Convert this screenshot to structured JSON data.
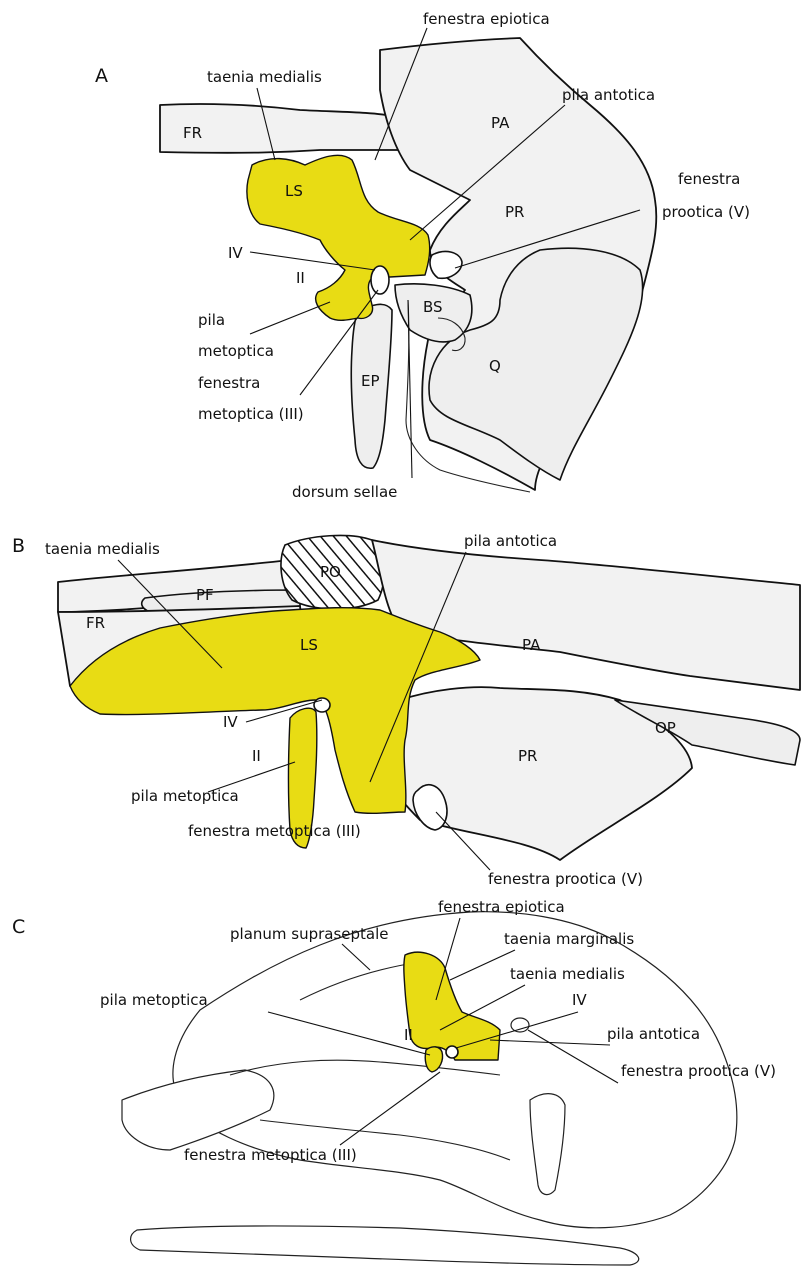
{
  "panels": {
    "A": {
      "letter": "A",
      "labels": {
        "fenestra_epiotica": "fenestra epiotica",
        "taenia_medialis": "taenia medialis",
        "pila_antotica": "pila antotica",
        "fenestra_prootica_1": "fenestra",
        "fenestra_prootica_2": "prootica (V)",
        "FR": "FR",
        "PA": "PA",
        "LS": "LS",
        "PR": "PR",
        "IV": "IV",
        "II": "II",
        "BS": "BS",
        "Q": "Q",
        "EP": "EP",
        "pila_metoptica_1": "pila",
        "pila_metoptica_2": "metoptica",
        "fenestra_metoptica_1": "fenestra",
        "fenestra_metoptica_2": "metoptica (III)",
        "dorsum_sellae": "dorsum sellae"
      }
    },
    "B": {
      "letter": "B",
      "labels": {
        "taenia_medialis": "taenia medialis",
        "pila_antotica": "pila antotica",
        "FR": "FR",
        "PF": "PF",
        "PO": "PO",
        "PA": "PA",
        "LS": "LS",
        "IV": "IV",
        "II": "II",
        "PR": "PR",
        "OP": "OP",
        "pila_metoptica": "pila metoptica",
        "fenestra_metoptica": "fenestra metoptica (III)",
        "fenestra_prootica": "fenestra prootica (V)"
      }
    },
    "C": {
      "letter": "C",
      "labels": {
        "fenestra_epiotica": "fenestra epiotica",
        "planum_supraseptale": "planum supraseptale",
        "taenia_marginalis": "taenia marginalis",
        "taenia_medialis": "taenia medialis",
        "pila_metoptica": "pila metoptica",
        "IV": "IV",
        "pila_antotica": "pila antotica",
        "II": "II",
        "fenestra_prootica": "fenestra prootica (V)",
        "fenestra_metoptica": "fenestra metoptica (III)"
      }
    }
  },
  "colors": {
    "cartilage_highlight": "#e8dc14",
    "bone_fill": "#f2f2f2",
    "ink": "#111111"
  }
}
